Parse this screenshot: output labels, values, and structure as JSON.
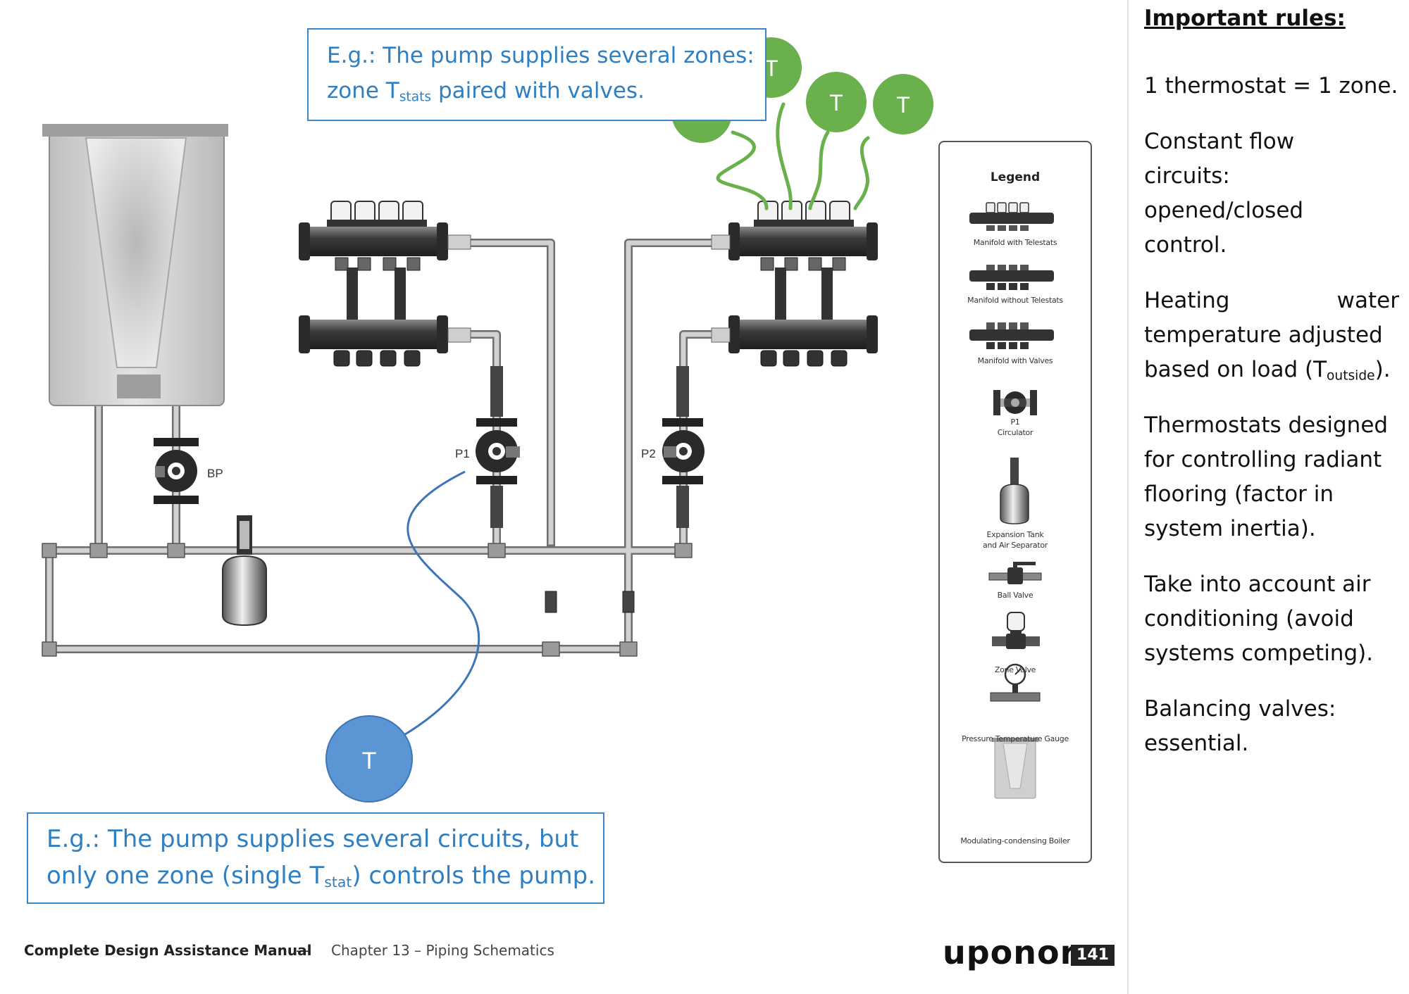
{
  "callouts": {
    "top": {
      "line1": "E.g.: The pump supplies several zones:",
      "line2_pre": "zone T",
      "line2_sub": "stats",
      "line2_post": " paired with valves."
    },
    "bottom": {
      "line1": "E.g.: The pump supplies several circuits, but",
      "line2_pre": "only one zone (single T",
      "line2_sub": "stat",
      "line2_post": ") controls the pump."
    }
  },
  "thermostat_symbol": "T",
  "pump_labels": {
    "bypass": "BP",
    "p1": "P1",
    "p2": "P2"
  },
  "legend": {
    "title": "Legend",
    "items": [
      "Manifold with Telestats",
      "Manifold without Telestats",
      "Manifold with Valves",
      "P1",
      "Circulator",
      "Expansion Tank",
      "and Air Separator",
      "Ball Valve",
      "Zone Valve",
      "Pressure Temperature Gauge",
      "Modulating-condensing Boiler"
    ]
  },
  "rules": {
    "heading": "Important rules:",
    "r1": "1 thermostat = 1 zone.",
    "r2": [
      "Constant flow",
      "circuits:",
      "opened/closed",
      "control."
    ],
    "r3": {
      "l1a": "Heating",
      "l1b": "water",
      "l2": "temperature adjusted",
      "l3_pre": "based on load (T",
      "l3_sub": "outside",
      "l3_post": ")."
    },
    "r4": [
      "Thermostats designed",
      "for controlling radiant",
      "flooring (factor in",
      "system inertia)."
    ],
    "r5": [
      "Take into account air",
      "conditioning (avoid",
      "systems competing)."
    ],
    "r6": [
      "Balancing valves:",
      "essential."
    ]
  },
  "footer": {
    "manual": "Complete Design Assistance Manual",
    "dash": "—",
    "chapter": "Chapter 13 – Piping Schematics",
    "brand": "uponor",
    "page": "141"
  },
  "colors": {
    "zone_thermostat": "#6ab04c",
    "single_thermostat": "#5b95d3",
    "callout_text": "#2f7fc1",
    "pipe": "#c8c8c8",
    "pipe_edge": "#6e6e6e"
  }
}
